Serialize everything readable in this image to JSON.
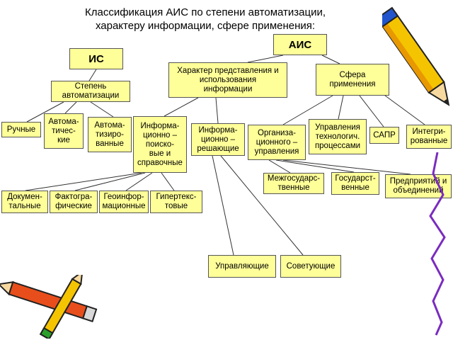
{
  "title": "Классификация АИС по степени автоматизации,\nхарактеру информации, сфере применения:",
  "nodes": {
    "ais": "АИС",
    "is": "ИС",
    "degree": "Степень\nавтоматизации",
    "character": "Характер представления и\nиспользования\nинформации",
    "sphere": "Сфера\nприменения",
    "manual": "Ручные",
    "automatic": "Автома-\nтичес-\nкие",
    "automated": "Автома-\nтизиро-\nванные",
    "info_search": "Информа-\nционно –\nпоиско-\nвые и\nсправочные",
    "info_decision": "Информа-\nционно –\nрешающие",
    "org_mgmt": "Организа-\nционного –\nуправления",
    "tech_mgmt": "Управления\nтехнологич.\nпроцессами",
    "sapr": "САПР",
    "integrated": "Интегри-\nрованные",
    "interstate": "Межгосударс-\nтвенные",
    "state": "Государст-\nвенные",
    "enterprise": "Предприятий и\nобъединений",
    "documentary": "Докумен-\nтальные",
    "factographic": "Фактогра-\nфические",
    "geoinfo": "Геоинфор-\nмационные",
    "hypertext": "Гипертекс-\nтовые",
    "controlling": "Управляющие",
    "advising": "Советующие"
  },
  "colors": {
    "box_fill": "#ffff99",
    "box_border": "#555555",
    "line": "#333333"
  },
  "icons": [
    "pencil-icon-right",
    "pencils-icon-bottom-left",
    "scribble-line"
  ]
}
